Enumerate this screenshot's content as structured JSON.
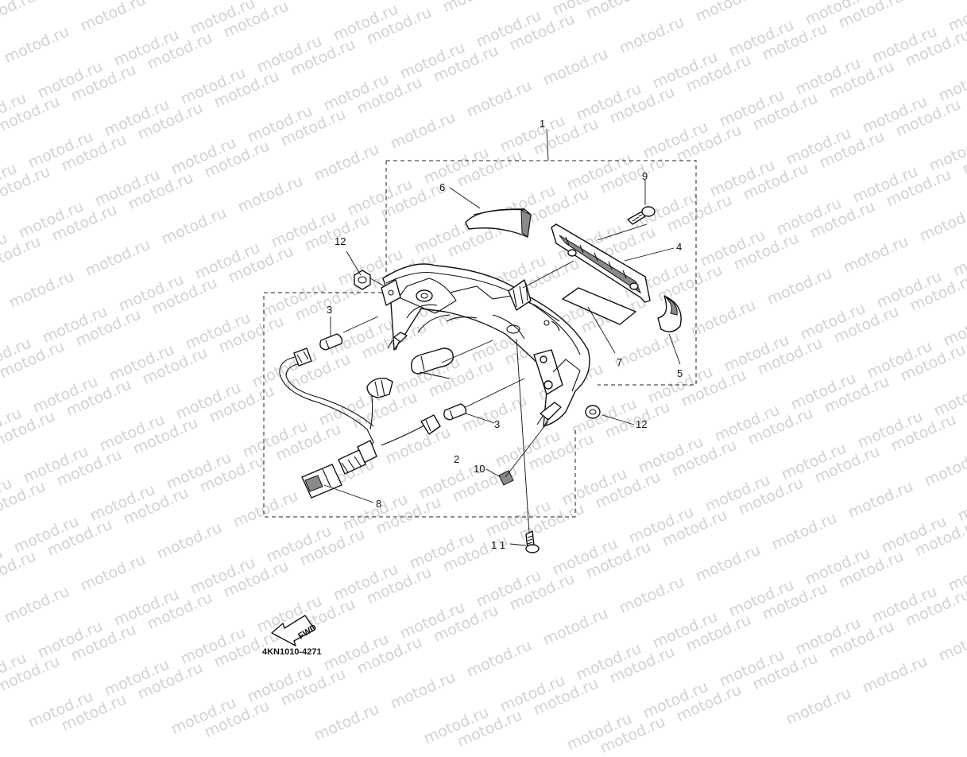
{
  "watermark": {
    "text": "motod.ru",
    "color": "#d2d2d2"
  },
  "diagram": {
    "drawing_code": "4KN1010-4271",
    "fwd_label": "FWD",
    "callouts": {
      "c1": "1",
      "c2": "2",
      "c3a": "3",
      "c3b": "3",
      "c4": "4",
      "c5": "5",
      "c6": "6",
      "c7": "7",
      "c8": "8",
      "c9": "9",
      "c10": "10",
      "c11": "1 1",
      "c12a": "12",
      "c12b": "12"
    }
  }
}
